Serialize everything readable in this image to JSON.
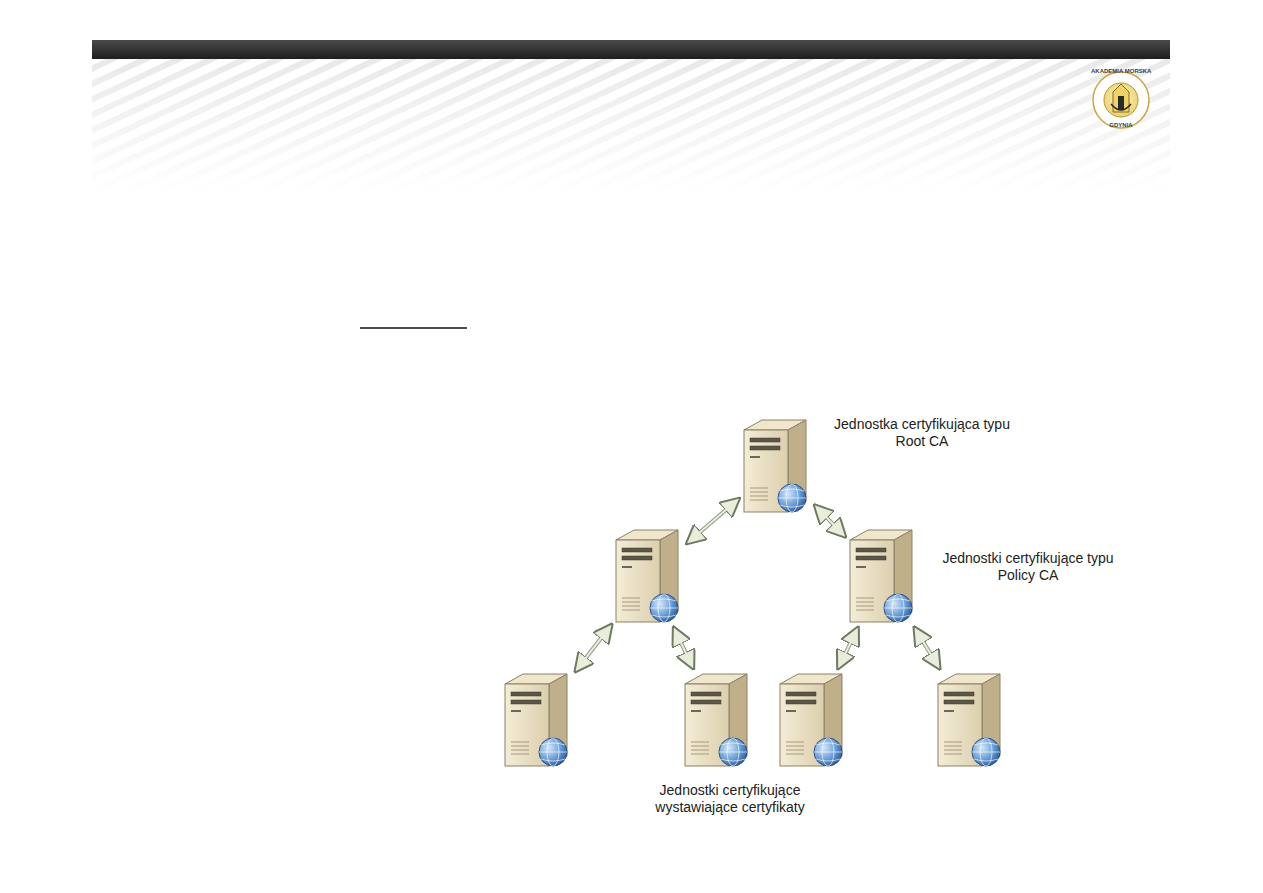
{
  "diagram": {
    "nodes": [
      {
        "text": [
          "Jednostka certyfikująca typu Root CA"
        ]
      },
      {
        "text": []
      },
      {
        "text": [
          "Jednostki certyfikujące typu Policy CA"
        ]
      },
      {
        "text": []
      },
      {
        "text": []
      },
      {
        "text": []
      },
      {
        "text": []
      }
    ],
    "edges": [
      {
        "from": 0,
        "to": 1,
        "arrow": "both"
      },
      {
        "from": 0,
        "to": 2,
        "arrow": "both"
      },
      {
        "from": 1,
        "to": 3,
        "arrow": "both"
      },
      {
        "from": 1,
        "to": 4,
        "arrow": "both"
      },
      {
        "from": 2,
        "to": 5,
        "arrow": "both"
      },
      {
        "from": 2,
        "to": 6,
        "arrow": "both"
      }
    ],
    "labels": [
      "Jednostki certyfikujące wystawiające certyfikaty",
      "AKADEMIA MORSKA",
      "GDYNIA"
    ]
  }
}
